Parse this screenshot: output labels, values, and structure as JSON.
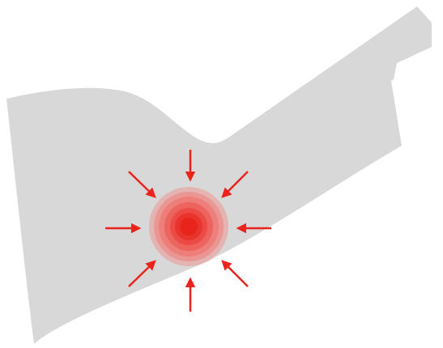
{
  "illustration": {
    "subject": "pain-focus-on-limb",
    "colors": {
      "background": "#ffffff",
      "limb": "#d9d8d8",
      "pain_core": "#e8241c",
      "pain_ring": "#f0625c",
      "arrows": "#e8241c"
    },
    "arrow_count": 8,
    "ring_count": 7,
    "icon": "pain-radiating-icon"
  }
}
